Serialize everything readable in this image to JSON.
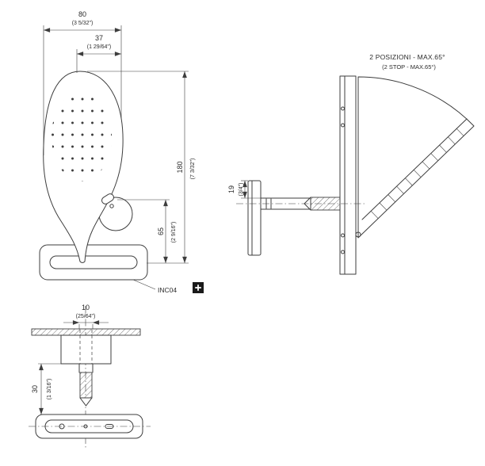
{
  "drawing": {
    "colors": {
      "line": "#3d3d3d",
      "text": "#2b2b2b",
      "badge_bg": "#1a1a1a",
      "badge_fg": "#ffffff"
    },
    "front_view": {
      "dim_80": "80",
      "dim_80_in": "(3 5/32\")",
      "dim_37": "37",
      "dim_37_in": "(1 29/64\")",
      "dim_180": "180",
      "dim_180_in": "(7 3/32\")",
      "dim_65": "65",
      "dim_65_in": "(2 9/16\")",
      "model_label": "INC04",
      "badge_icon": "plus-icon"
    },
    "side_view": {
      "note_line1": "2 POSIZIONI - MAX.65°",
      "note_line2": "(2 STOP - MAX.65°)",
      "dim_19": "19",
      "dim_19_in": "(3/4\")"
    },
    "bottom_view": {
      "dim_10": "10",
      "dim_10_in": "(25/64\")",
      "dim_30": "30",
      "dim_30_in": "(1 3/16\")"
    }
  }
}
